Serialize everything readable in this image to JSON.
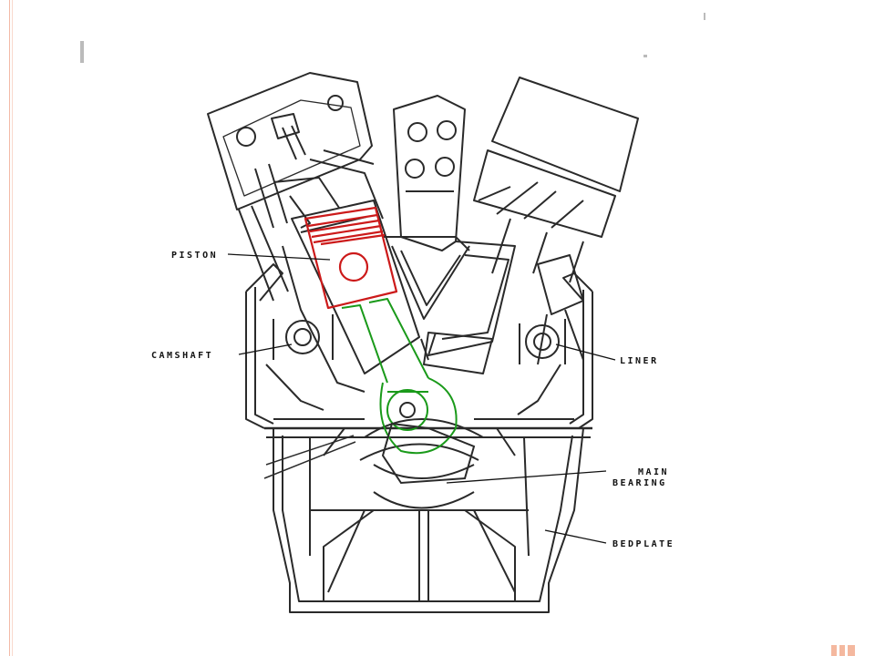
{
  "labels": {
    "piston": "PISTON",
    "camshaft": "CAMSHAFT",
    "liner": "LINER",
    "main_bearing_line1": "MAIN",
    "main_bearing_line2": "BEARING",
    "bedplate": "BEDPLATE"
  },
  "colors": {
    "piston": "#cc1a1a",
    "connecting_rod": "#1a9a1a",
    "line_art": "#2a2a2a",
    "accent_border": "#f3b9a6"
  }
}
